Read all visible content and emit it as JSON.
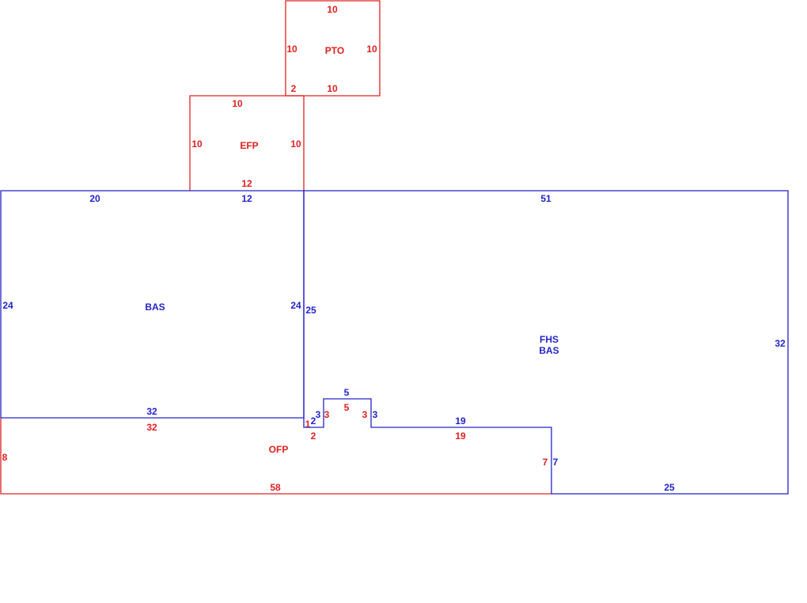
{
  "colors": {
    "blue": "#2323c8",
    "red": "#e02020",
    "background": "#ffffff"
  },
  "areas": {
    "pto": "PTO",
    "efp": "EFP",
    "bas_left": "BAS",
    "fhs": "FHS",
    "bas_right": "BAS",
    "ofp": "OFP"
  },
  "dims": {
    "pto_top": "10",
    "pto_left": "10",
    "pto_right": "10",
    "pto_bottom": "10",
    "pto_offset": "2",
    "efp_top": "10",
    "efp_left": "10",
    "efp_right": "10",
    "efp_bottom": "12",
    "bas_top_left": "20",
    "bas_top_mid": "12",
    "bas_left_side": "24",
    "bas_inner_side": "24",
    "bas_bottom": "32",
    "fhs_top": "51",
    "fhs_left_side": "25",
    "fhs_right_side": "32",
    "fhs_bottom": "25",
    "notch_top_blue": "5",
    "notch_left_blue": "3",
    "notch_right_blue": "3",
    "step_blue": "2",
    "run_blue": "19",
    "drop_blue": "7",
    "ofp_top": "32",
    "ofp_left": "8",
    "ofp_bottom": "58",
    "ofp_step": "1",
    "ofp_step_bottom": "2",
    "notch_left_red": "3",
    "notch_top_red": "5",
    "notch_right_red": "3",
    "run_red": "19",
    "drop_red": "7"
  }
}
